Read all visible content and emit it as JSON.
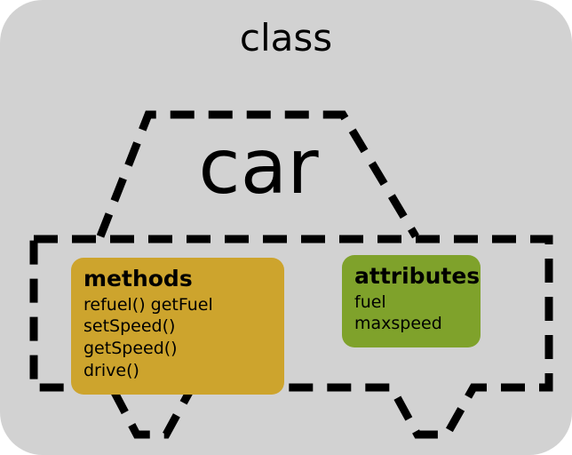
{
  "diagram": {
    "title": "class",
    "car_label": "car",
    "methods_box": {
      "title": "methods",
      "lines": [
        "refuel() getFuel",
        "setSpeed() getSpeed()",
        "drive()"
      ],
      "color": "#cda42d"
    },
    "attributes_box": {
      "title": "attributes",
      "lines": [
        "fuel",
        "maxspeed"
      ],
      "color": "#7fa22b"
    },
    "colors": {
      "background": "#d2d2d2",
      "outline": "#000000"
    }
  }
}
